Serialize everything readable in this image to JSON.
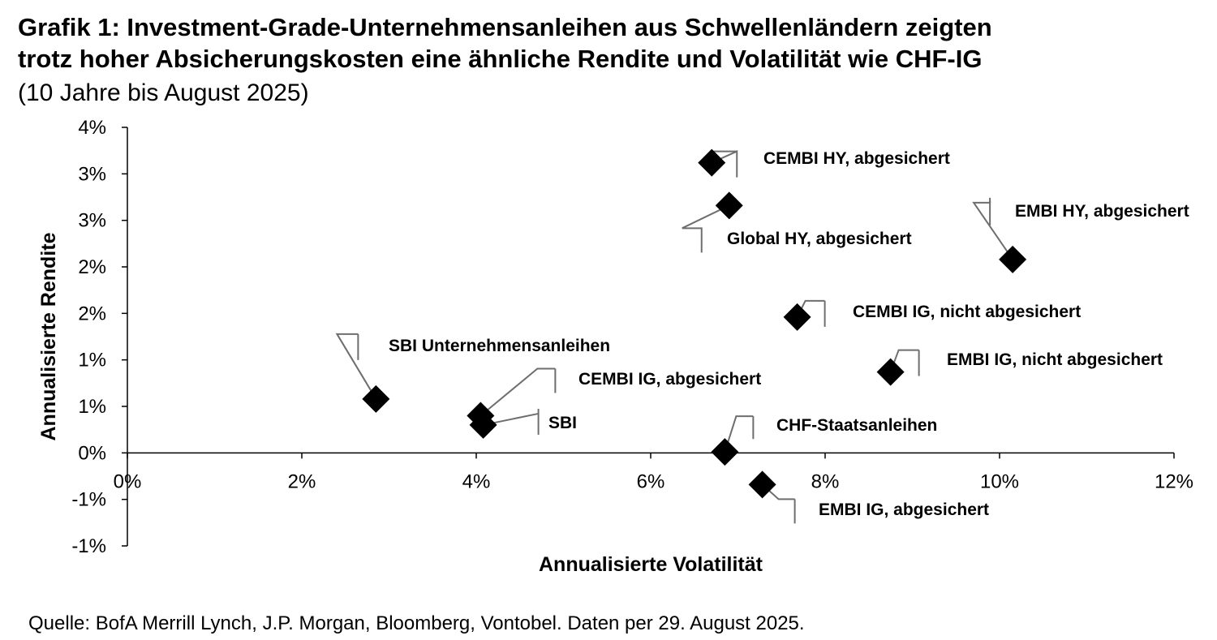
{
  "title_line1": "Grafik 1: Investment-Grade-Unternehmensanleihen aus Schwellenländern zeigten",
  "title_line2": "trotz hoher Absicherungskosten eine ähnliche Rendite und Volatilität wie CHF-IG",
  "subtitle": "(10 Jahre bis August 2025)",
  "source": "Quelle: BofA Merrill Lynch, J.P. Morgan, Bloomberg, Vontobel. Daten per 29. August 2025.",
  "chart_data": {
    "type": "scatter",
    "xlabel": "Annualisierte Volatilität",
    "ylabel": "Annualisierte Rendite",
    "xlim": [
      0,
      12
    ],
    "ylim": [
      -1,
      3.5
    ],
    "x_ticks": [
      {
        "value": 0,
        "label": "0%"
      },
      {
        "value": 2,
        "label": "2%"
      },
      {
        "value": 4,
        "label": "4%"
      },
      {
        "value": 6,
        "label": "6%"
      },
      {
        "value": 8,
        "label": "8%"
      },
      {
        "value": 10,
        "label": "10%"
      },
      {
        "value": 12,
        "label": "12%"
      }
    ],
    "y_ticks": [
      {
        "value": 3.5,
        "label": "4%"
      },
      {
        "value": 3.0,
        "label": "3%"
      },
      {
        "value": 2.5,
        "label": "3%"
      },
      {
        "value": 2.0,
        "label": "2%"
      },
      {
        "value": 1.5,
        "label": "2%"
      },
      {
        "value": 1.0,
        "label": "1%"
      },
      {
        "value": 0.5,
        "label": "1%"
      },
      {
        "value": 0.0,
        "label": "0%"
      },
      {
        "value": -0.5,
        "label": "-1%"
      },
      {
        "value": -1.0,
        "label": "-1%"
      }
    ],
    "grid": false,
    "marker": "diamond",
    "marker_color": "#000000",
    "points": [
      {
        "label": "CEMBI HY, abgesichert",
        "x": 6.7,
        "y": 3.12
      },
      {
        "label": "Global HY, abgesichert",
        "x": 6.9,
        "y": 2.66
      },
      {
        "label": "EMBI HY, abgesichert",
        "x": 10.15,
        "y": 2.08
      },
      {
        "label": "CEMBI IG, nicht abgesichert",
        "x": 7.68,
        "y": 1.46
      },
      {
        "label": "EMBI IG, nicht abgesichert",
        "x": 8.75,
        "y": 0.87
      },
      {
        "label": "SBI Unternehmensanleihen",
        "x": 2.85,
        "y": 0.58
      },
      {
        "label": "CEMBI IG, abgesichert",
        "x": 4.05,
        "y": 0.4
      },
      {
        "label": "SBI",
        "x": 4.08,
        "y": 0.3
      },
      {
        "label": "CHF-Staatsanleihen",
        "x": 6.85,
        "y": 0.01
      },
      {
        "label": "EMBI IG, abgesichert",
        "x": 7.28,
        "y": -0.34
      }
    ]
  }
}
